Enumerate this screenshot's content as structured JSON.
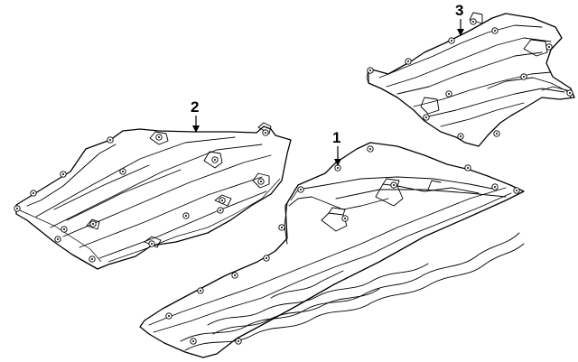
{
  "diagram": {
    "callouts": [
      {
        "id": "part-1",
        "label": "1"
      },
      {
        "id": "part-2",
        "label": "2"
      },
      {
        "id": "part-3",
        "label": "3"
      }
    ]
  }
}
